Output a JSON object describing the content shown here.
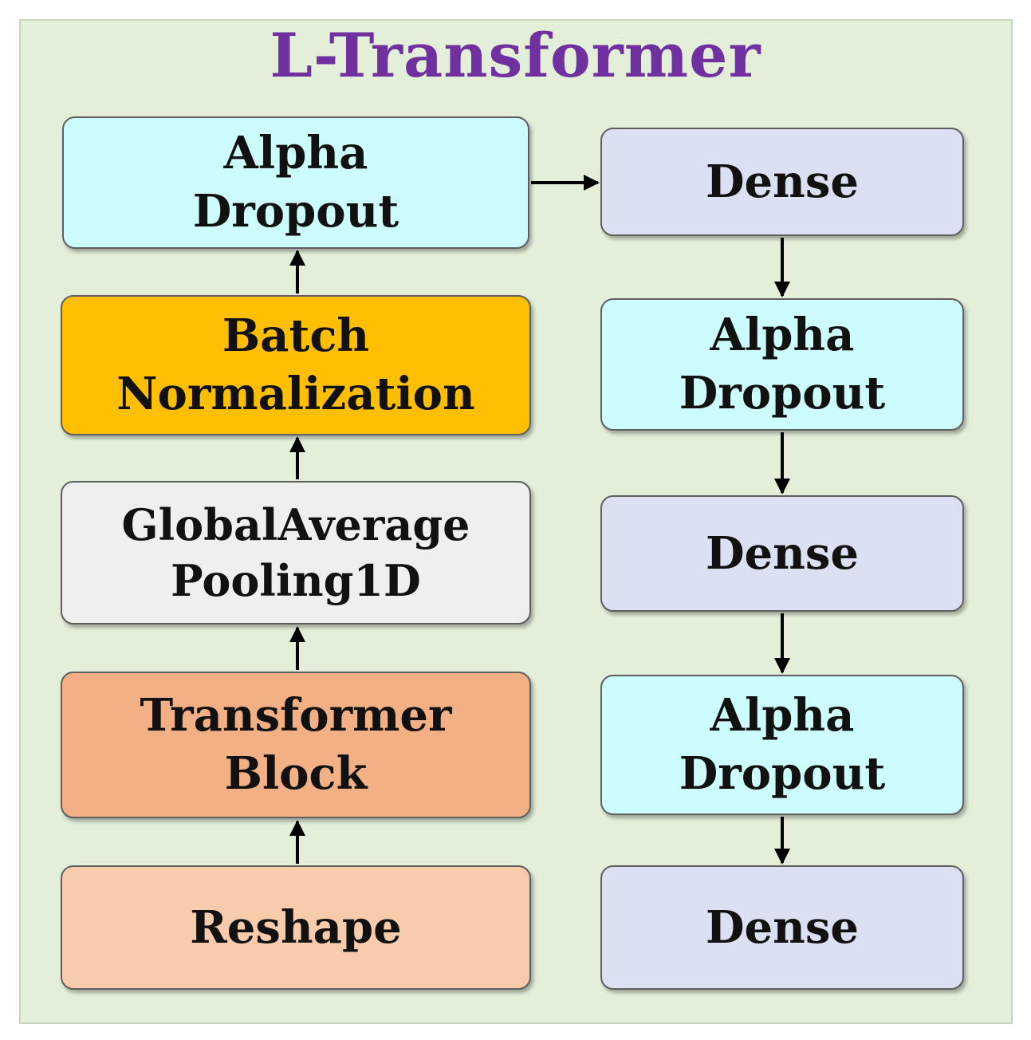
{
  "title": "L-Transformer",
  "colors": {
    "background": "#e3efd9",
    "title": "#7030a0",
    "alpha_dropout": "#ccfcfc",
    "dense": "#dbe0f2",
    "batch_normalization": "#fdbf00",
    "pooling": "#efefef",
    "transformer_block": "#f3b085",
    "reshape": "#f8cbad",
    "arrow": "#000000"
  },
  "left_column": [
    {
      "label": "Reshape",
      "type": "reshape"
    },
    {
      "label": "Transformer\nBlock",
      "type": "transformer_block"
    },
    {
      "label": "GlobalAverage\nPooling1D",
      "type": "pooling"
    },
    {
      "label": "Batch\nNormalization",
      "type": "batch_normalization"
    },
    {
      "label": "Alpha\nDropout",
      "type": "alpha_dropout"
    }
  ],
  "right_column": [
    {
      "label": "Dense",
      "type": "dense"
    },
    {
      "label": "Alpha\nDropout",
      "type": "alpha_dropout"
    },
    {
      "label": "Dense",
      "type": "dense"
    },
    {
      "label": "Alpha\nDropout",
      "type": "alpha_dropout"
    },
    {
      "label": "Dense",
      "type": "dense"
    }
  ],
  "edges": [
    {
      "from": "Reshape",
      "to": "Transformer Block"
    },
    {
      "from": "Transformer Block",
      "to": "GlobalAverage Pooling1D"
    },
    {
      "from": "GlobalAverage Pooling1D",
      "to": "Batch Normalization"
    },
    {
      "from": "Batch Normalization",
      "to": "Alpha Dropout"
    },
    {
      "from": "Alpha Dropout",
      "to": "Dense"
    },
    {
      "from": "Dense",
      "to": "Alpha Dropout"
    },
    {
      "from": "Alpha Dropout",
      "to": "Dense"
    },
    {
      "from": "Dense",
      "to": "Alpha Dropout"
    },
    {
      "from": "Alpha Dropout",
      "to": "Dense"
    }
  ]
}
